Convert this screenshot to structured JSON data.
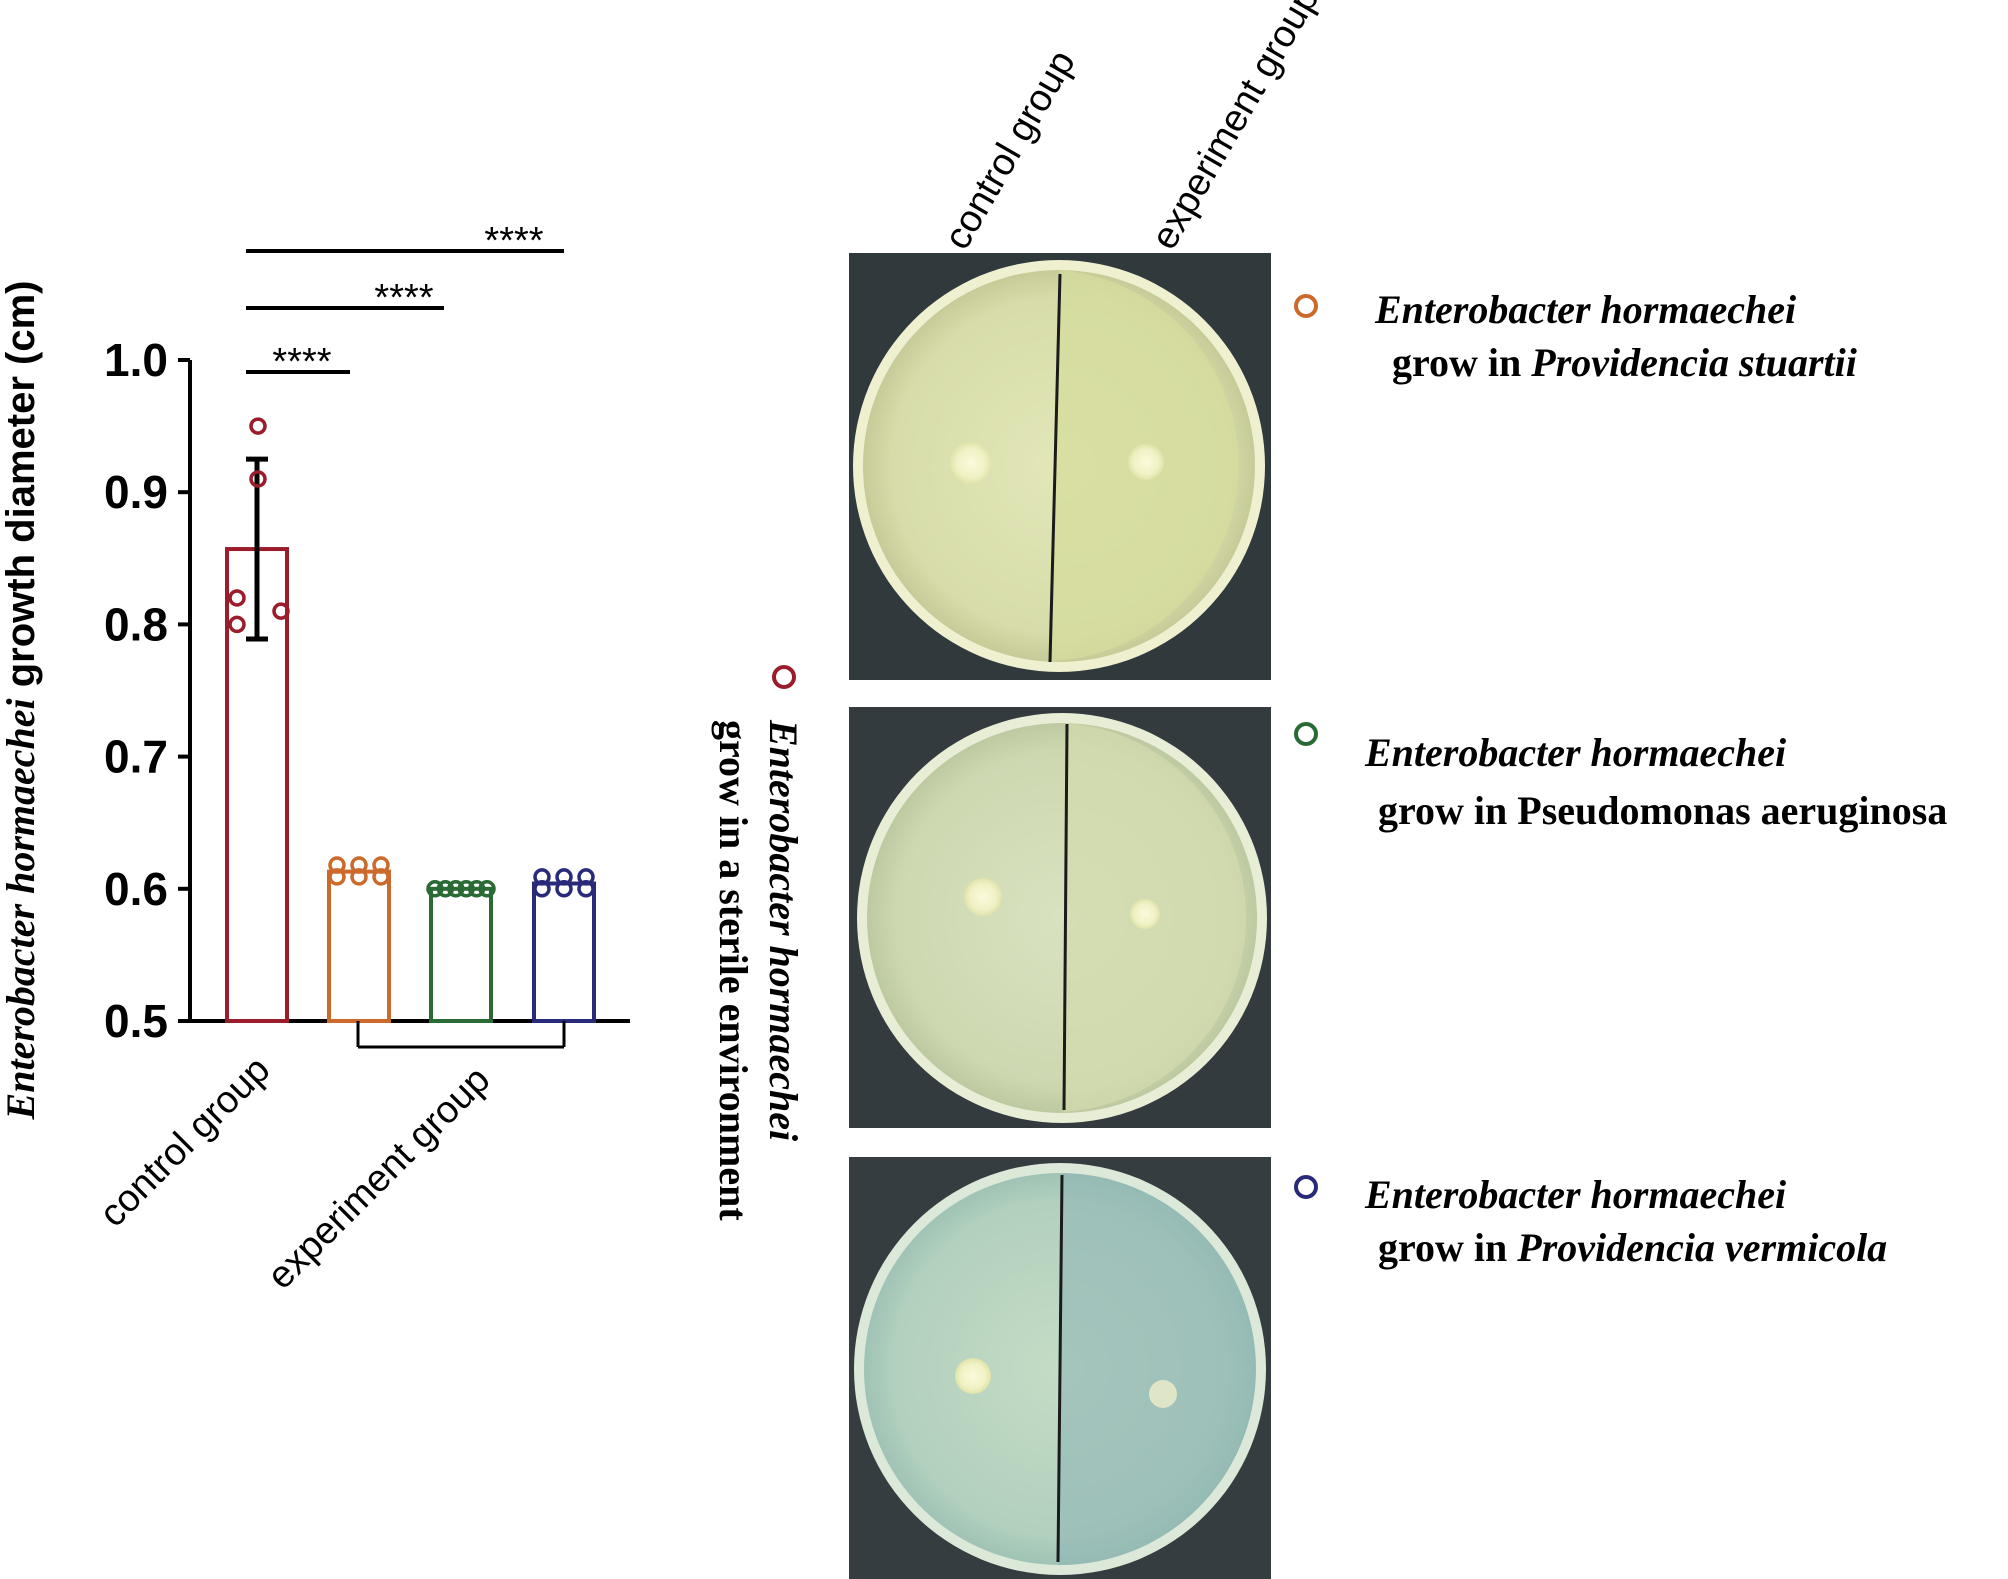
{
  "chart_data": {
    "type": "bar",
    "ylabel_italic": "Enterobacter hormaechei",
    "ylabel_rest": " growth diameter (cm)",
    "ylim": [
      0.5,
      1.0
    ],
    "yticks": [
      "0.5",
      "0.6",
      "0.7",
      "0.8",
      "0.9",
      "1.0"
    ],
    "categories": [
      "control group",
      "experiment group"
    ],
    "bars": [
      {
        "group": "control group",
        "color": "#9b1c2a",
        "mean": 0.857,
        "sd": 0.068,
        "points": [
          0.95,
          0.91,
          0.82,
          0.8,
          0.81
        ]
      },
      {
        "group": "experiment group",
        "color": "#cc6a2c",
        "mean": 0.613,
        "sd": 0,
        "points": [
          0.618,
          0.618,
          0.618,
          0.609,
          0.609,
          0.609
        ]
      },
      {
        "group": "experiment group",
        "color": "#2a6a34",
        "mean": 0.6,
        "sd": 0,
        "points": [
          0.6,
          0.6,
          0.6,
          0.6,
          0.6,
          0.6
        ]
      },
      {
        "group": "experiment group",
        "color": "#2a2a7a",
        "mean": 0.604,
        "sd": 0,
        "points": [
          0.609,
          0.609,
          0.609,
          0.6,
          0.6,
          0.6
        ]
      }
    ],
    "significance": [
      "****",
      "****",
      "****"
    ],
    "grid": false
  },
  "plates": {
    "headers": [
      "control group",
      "experiment group"
    ]
  },
  "legend": {
    "sterile_italic": "Enterobacter hormaechei",
    "sterile_rest": "grow in a sterile environment",
    "items": [
      {
        "color": "#cc6a2c",
        "line1": "Enterobacter hormaechei",
        "line2_plain": "grow in ",
        "line2_italic": "Providencia stuartii"
      },
      {
        "color": "#2a6a34",
        "line1": "Enterobacter hormaechei",
        "line2_plain": "grow in Pseudomonas aeruginosa",
        "line2_italic": ""
      },
      {
        "color": "#2a2a7a",
        "line1": "Enterobacter hormaechei",
        "line2_plain": "grow in ",
        "line2_italic": "Providencia vermicola"
      }
    ]
  }
}
